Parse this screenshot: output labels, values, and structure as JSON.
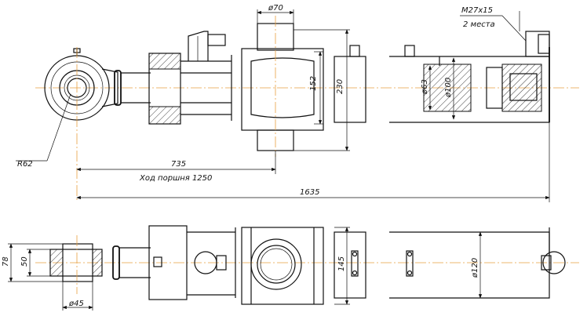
{
  "colors": {
    "line": "#111111",
    "axis": "#e8a040",
    "background": "#ffffff"
  },
  "dimensions": {
    "eye_radius": "R62",
    "rod_len": "735",
    "stroke": "Ход поршня 1250",
    "total_len": "1635",
    "dia_port_stem": "ø70",
    "dia_bore_152": "152",
    "height_230": "230",
    "thread": "M27x15",
    "thread_count": "2 места",
    "dia_63": "ø63",
    "dia_100": "ø100",
    "width_78": "78",
    "width_50": "50",
    "dia_45": "ø45",
    "width_145": "145",
    "dia_120": "ø120"
  }
}
